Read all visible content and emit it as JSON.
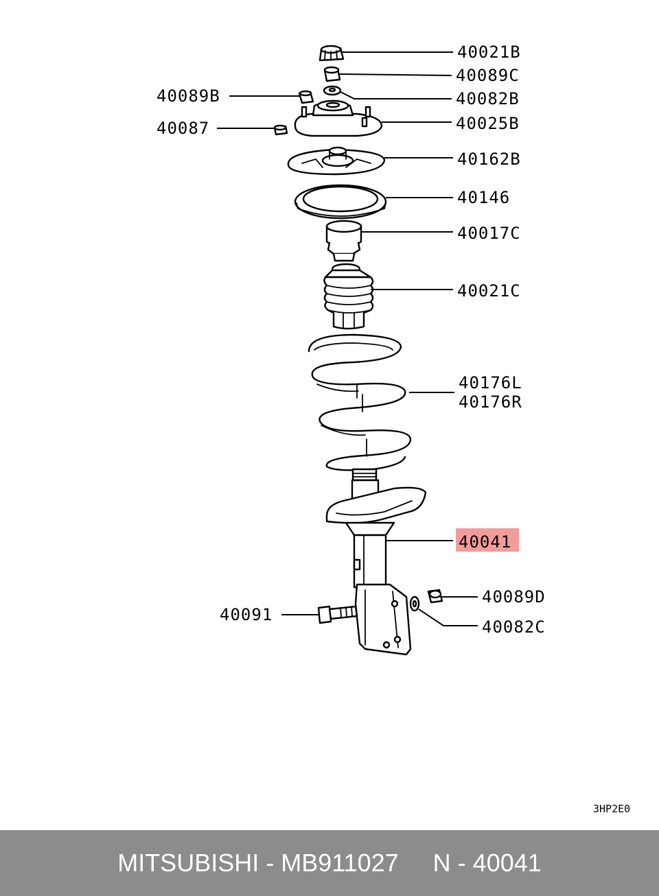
{
  "diagram": {
    "labels": {
      "p40021B": "40021B",
      "p40089C": "40089C",
      "p40089B": "40089B",
      "p40082B": "40082B",
      "p40087": "40087",
      "p40025B": "40025B",
      "p40162B": "40162B",
      "p40146": "40146",
      "p40017C": "40017C",
      "p40021C": "40021C",
      "p40176L": "40176L",
      "p40176R": "40176R",
      "p40041": "40041",
      "p40089D": "40089D",
      "p40091": "40091",
      "p40082C": "40082C"
    },
    "drawing_code": "3HP2E0",
    "highlight_color": "#f08a8a"
  },
  "footer": {
    "text": "MITSUBISHI - MB911027     N - 40041"
  }
}
